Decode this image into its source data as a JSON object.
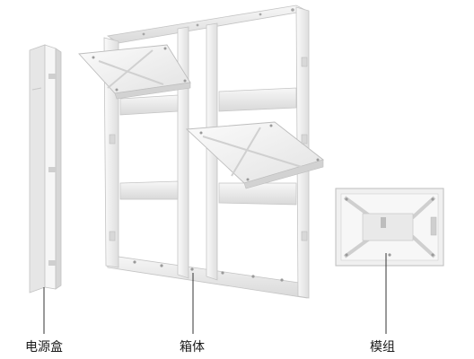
{
  "labels": {
    "power_box": "电源盒",
    "cabinet": "箱体",
    "module": "模组"
  },
  "colors": {
    "frame": "#f3f3f3",
    "frame_shade": "#dcdcdc",
    "edge": "#bdbdbd",
    "leader": "#333333",
    "text": "#1a1a1a"
  }
}
